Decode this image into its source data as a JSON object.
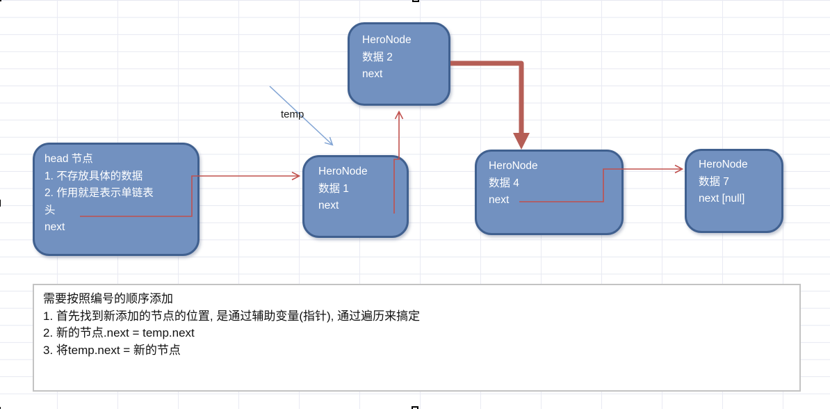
{
  "nodes": {
    "head": {
      "lines": [
        "head 节点",
        "1. 不存放具体的数据",
        "2. 作用就是表示单链表",
        "头",
        "next"
      ]
    },
    "hero2": {
      "title": "HeroNode",
      "data": "数据 2",
      "next": "next"
    },
    "hero1": {
      "title": "HeroNode",
      "data": "数据 1",
      "next": "next"
    },
    "hero4": {
      "title": "HeroNode",
      "data": "数据 4",
      "next": "next"
    },
    "hero7": {
      "title": "HeroNode",
      "data": "数据 7",
      "next": "next [null]"
    }
  },
  "labels": {
    "temp": "temp"
  },
  "notes": {
    "lines": [
      "需要按照编号的顺序添加",
      "1. 首先找到新添加的节点的位置, 是通过辅助变量(指针), 通过遍历来搞定",
      "2. 新的节点.next = temp.next",
      "3. 将temp.next = 新的节点"
    ]
  },
  "connectors": [
    {
      "from": "head.next",
      "to": "hero1",
      "style": "thin-red-elbow-arrow"
    },
    {
      "from": "hero1.next",
      "to": "hero2",
      "style": "thin-red-elbow-arrow-up"
    },
    {
      "from": "hero2.next",
      "to": "hero4",
      "style": "thick-red-arrow-down"
    },
    {
      "from": "hero4.next",
      "to": "hero7",
      "style": "thin-red-elbow-arrow"
    },
    {
      "from": "temp-label",
      "to": "hero1",
      "style": "thin-blue-diagonal-arrow"
    }
  ],
  "colors": {
    "node_fill": "#7291c0",
    "node_border": "#40608f",
    "node_text": "#ffffff",
    "connector_red": "#c0504d",
    "thick_arrow_red": "#b55e56",
    "temp_arrow_blue": "#81a4d4",
    "grid_line": "#e8e9f2",
    "notes_border": "#c3c3c3",
    "notes_text": "#111111",
    "handle_border": "#000000"
  }
}
